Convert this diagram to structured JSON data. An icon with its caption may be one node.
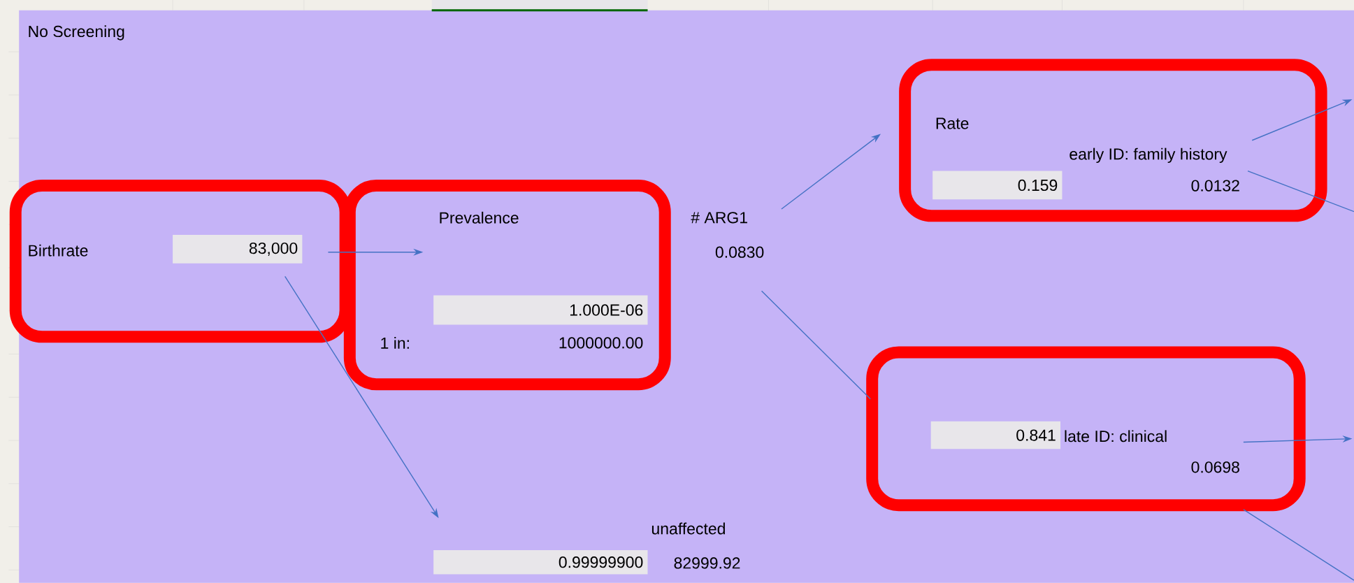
{
  "diagram": {
    "title": "No Screening",
    "nodes": [
      {
        "text": [
          "Birthrate",
          "83,000"
        ]
      },
      {
        "text": [
          "Prevalence",
          "1.000E-06",
          "1 in:",
          "1000000.00"
        ]
      },
      {
        "text": [
          "Rate",
          "early ID: family history",
          "0.159",
          "0.0132"
        ]
      },
      {
        "text": [
          "0.841",
          "late ID: clinical",
          "0.0698"
        ]
      },
      {
        "text": [
          "# ARG1",
          "0.0830"
        ]
      },
      {
        "text": [
          "unaffected",
          "0.99999900",
          "82999.92"
        ]
      }
    ],
    "edges": [
      {
        "from": 0,
        "to": 1,
        "arrow": "to"
      },
      {
        "from": 0,
        "to": 5,
        "arrow": "to"
      },
      {
        "from": 4,
        "to": 2,
        "arrow": "to"
      },
      {
        "from": 4,
        "to": 3,
        "arrow": "none"
      },
      {
        "from": 2,
        "to": null,
        "arrow": "to"
      },
      {
        "from": 2,
        "to": null,
        "arrow": "none"
      },
      {
        "from": 3,
        "to": null,
        "arrow": "to"
      },
      {
        "from": 3,
        "to": null,
        "arrow": "none"
      }
    ]
  }
}
